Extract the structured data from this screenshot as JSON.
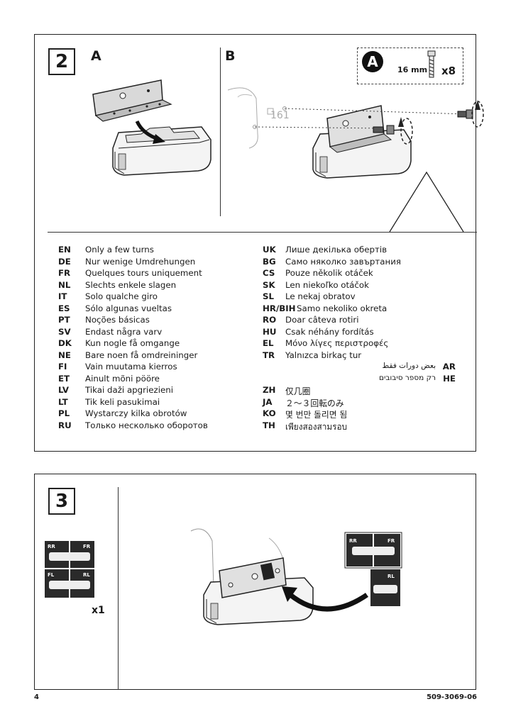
{
  "step2": {
    "number": "2",
    "label_a": "A",
    "label_b": "B",
    "callout": {
      "badge": "A",
      "screw_length": "16 mm",
      "quantity": "x8"
    },
    "translations_left": [
      {
        "code": "EN",
        "text": "Only a few turns"
      },
      {
        "code": "DE",
        "text": "Nur wenige Umdrehungen"
      },
      {
        "code": "FR",
        "text": "Quelques tours uniquement"
      },
      {
        "code": "NL",
        "text": "Slechts enkele slagen"
      },
      {
        "code": "IT",
        "text": "Solo qualche giro"
      },
      {
        "code": "ES",
        "text": "Sólo algunas vueltas"
      },
      {
        "code": "PT",
        "text": "Noções básicas"
      },
      {
        "code": "SV",
        "text": "Endast några varv"
      },
      {
        "code": "DK",
        "text": "Kun nogle få omgange"
      },
      {
        "code": "NE",
        "text": "Bare noen få omdreininger"
      },
      {
        "code": "FI",
        "text": "Vain muutama kierros"
      },
      {
        "code": "ET",
        "text": "Ainult mõni pööre"
      },
      {
        "code": "LV",
        "text": "Tikai daži apgriezieni"
      },
      {
        "code": "LT",
        "text": "Tik keli pasukimai"
      },
      {
        "code": "PL",
        "text": "Wystarczy kilka obrotów"
      },
      {
        "code": "RU",
        "text": "Только несколько оборотов"
      }
    ],
    "translations_right": [
      {
        "code": "UK",
        "text": "Лише декілька обертів"
      },
      {
        "code": "BG",
        "text": "Само няколко завъртания"
      },
      {
        "code": "CS",
        "text": "Pouze několik otáček"
      },
      {
        "code": "SK",
        "text": "Len niekoľko otáčok"
      },
      {
        "code": "SL",
        "text": "Le nekaj obratov"
      },
      {
        "code": "HR/BIH",
        "text": "Samo nekoliko okreta"
      },
      {
        "code": "RO",
        "text": "Doar câteva rotiri"
      },
      {
        "code": "HU",
        "text": "Csak néhány fordítás"
      },
      {
        "code": "EL",
        "text": "Μόνο λίγες περιστροφές"
      },
      {
        "code": "TR",
        "text": "Yalnızca birkaç tur"
      }
    ],
    "translations_rtl": [
      {
        "code": "AR",
        "text": "بعض دورات فقط"
      },
      {
        "code": "HE",
        "text": "רק מספר סיבובים"
      }
    ],
    "translations_asian": [
      {
        "code": "ZH",
        "text": "仅几圈"
      },
      {
        "code": "JA",
        "text": "２～３回転のみ"
      },
      {
        "code": "KO",
        "text": "몇 번만 돌리면 됨"
      },
      {
        "code": "TH",
        "text": "เพียงสองสามรอบ"
      }
    ]
  },
  "step3": {
    "number": "3",
    "quantity": "x1",
    "sticker_labels": {
      "rear_right": "RR",
      "front_right": "FR",
      "front_left": "FL",
      "rear_left": "RL"
    }
  },
  "footer": {
    "page_number": "4",
    "doc_code": "509-3069-06"
  }
}
